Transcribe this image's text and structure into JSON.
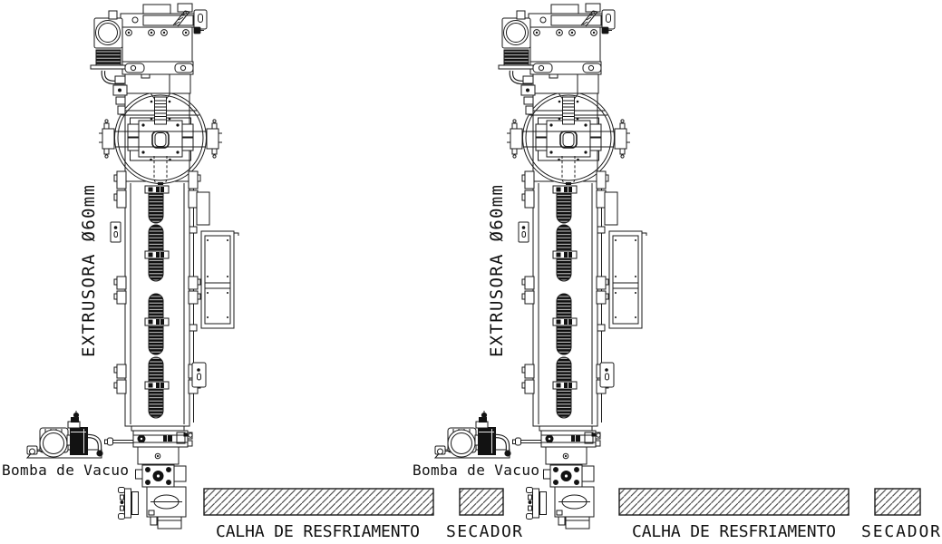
{
  "drawing": {
    "background": "#ffffff",
    "line_color": "#1a1a1a",
    "hatch_color": "#333333"
  },
  "machines": [
    {
      "label": "EXTRUSORA Ø60mm",
      "vacuum_pump_label": "Bomba de Vacuo"
    },
    {
      "label": "EXTRUSORA Ø60mm",
      "vacuum_pump_label": "Bomba de Vacuo"
    }
  ],
  "downstream": [
    {
      "cooling_trough_label": "CALHA DE RESFRIAMENTO",
      "dryer_label": "SECADOR"
    },
    {
      "cooling_trough_label": "CALHA DE RESFRIAMENTO",
      "dryer_label": "SECADOR"
    }
  ]
}
